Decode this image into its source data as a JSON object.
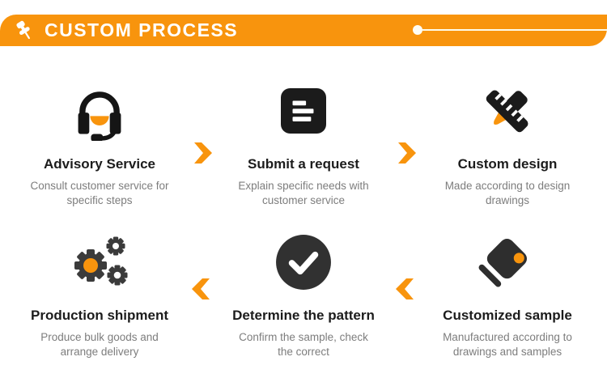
{
  "header": {
    "title": "CUSTOM PROCESS",
    "icon": "pushpin-icon"
  },
  "theme": {
    "accent": "#F8940D",
    "ink": "#1C1C1C",
    "muted": "#7D7D7D",
    "banner_line": "#FFFBE8"
  },
  "steps": [
    {
      "title": "Advisory Service",
      "desc": "Consult customer service for specific steps",
      "icon": "headset-icon"
    },
    {
      "title": "Submit a request",
      "desc": "Explain specific needs with customer service",
      "icon": "request-document-icon"
    },
    {
      "title": "Custom design",
      "desc": "Made according to design drawings",
      "icon": "design-tools-icon"
    },
    {
      "title": "Production shipment",
      "desc": "Produce bulk goods and arrange delivery",
      "icon": "gears-icon"
    },
    {
      "title": "Determine the pattern",
      "desc": "Confirm the sample, check the correct",
      "icon": "check-circle-icon"
    },
    {
      "title": "Customized sample",
      "desc": "Manufactured according to drawings and samples",
      "icon": "tag-icon"
    }
  ],
  "flow": {
    "row1_arrow": "right",
    "row2_arrow": "left"
  }
}
